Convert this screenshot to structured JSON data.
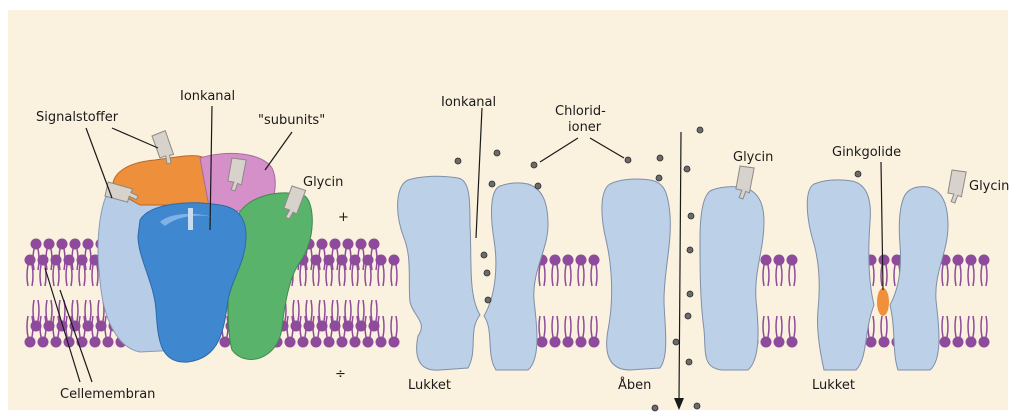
{
  "labels": {
    "signalstoffer": "Signalstoffer",
    "ionkanal_left": "Ionkanal",
    "subunits": "\"subunits\"",
    "glycin_left": "Glycin",
    "cellemembran": "Cellemembran",
    "plus": "+",
    "minus": "÷",
    "ionkanal_mid": "Ionkanal",
    "chlorid_line1": "Chlorid-",
    "chlorid_line2": "ioner",
    "glycin_mid": "Glycin",
    "ginkgolide": "Ginkgolide",
    "glycin_right": "Glycin",
    "lukket_1": "Lukket",
    "aaben": "Åben",
    "lukket_2": "Lukket"
  },
  "colors": {
    "background": "#fbf1df",
    "membrane": "#8e4b9c",
    "channel": "#bcd0e8",
    "channel_stroke": "#7f8fa6",
    "blue_subunit": "#3f87cf",
    "orange_subunit": "#ee8f3c",
    "pink_subunit": "#d58fc9",
    "green_subunit": "#5ab36b",
    "ginkgolide": "#f0903a",
    "glycine": "#d7d3cc"
  }
}
